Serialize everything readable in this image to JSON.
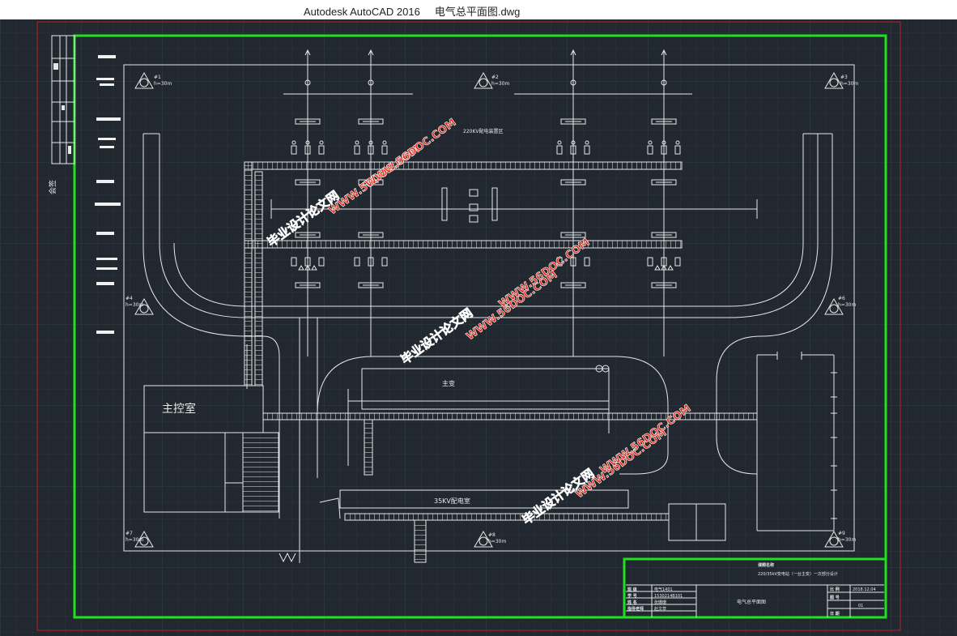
{
  "window": {
    "app_title": "Autodesk AutoCAD 2016",
    "file_title": "电气总平面图.dwg"
  },
  "drawing": {
    "zones": {
      "kv220_area": "220KV配电装置区",
      "main_transformer": "主变",
      "kv35_room": "35KV配电室",
      "main_control_room": "主控室"
    },
    "towers": [
      {
        "id": "#1",
        "height": "h=30m"
      },
      {
        "id": "#2",
        "height": "h=30m"
      },
      {
        "id": "#3",
        "height": "h=30m"
      },
      {
        "id": "#4",
        "height": "h=30m"
      },
      {
        "id": "#6",
        "height": "h=30m"
      },
      {
        "id": "#7",
        "height": "h=30m"
      },
      {
        "id": "#8",
        "height": "h=30m"
      },
      {
        "id": "#9",
        "height": "h=30m"
      }
    ],
    "side_label": "会签",
    "watermarks": [
      "毕业设计论文网",
      "WWW.56DOC.COM"
    ]
  },
  "title_block": {
    "project_label": "课题名称",
    "project_name": "220/35kV变电站（一台主变）一次部分设计",
    "rows": [
      {
        "role": "班 级",
        "value": "电气1401"
      },
      {
        "role": "学 号",
        "value": "1530214B101"
      },
      {
        "role": "姓 名",
        "value": "张珊珊"
      },
      {
        "role": "指导老师",
        "value": "赵文草"
      }
    ],
    "drawing_name": "电气总平面图",
    "date_label": "日 期",
    "date_value": "2018.12.04",
    "sheet_label": "图 号",
    "sheet_value": "01",
    "scale_label": "比 例",
    "scale_value": ""
  },
  "colors": {
    "background": "#212830",
    "drawing_lines": "#e8e8e8",
    "frame_green": "#20e020",
    "frame_red": "#c02020",
    "watermark": "#e03020"
  }
}
